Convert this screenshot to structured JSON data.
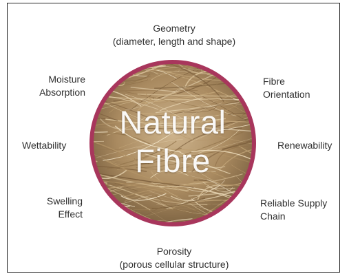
{
  "hub": {
    "line1": "Natural",
    "line2": "Fibre"
  },
  "properties": {
    "geometry": {
      "line1": "Geometry",
      "line2": "(diameter, length and shape)"
    },
    "orientation": {
      "line1": "Fibre",
      "line2": "Orientation"
    },
    "renewability": {
      "line1": "Renewability"
    },
    "supply": {
      "line1": "Reliable Supply",
      "line2": "Chain"
    },
    "porosity": {
      "line1": "Porosity",
      "line2": "(porous cellular structure)"
    },
    "swelling": {
      "line1": "Swelling",
      "line2": "Effect"
    },
    "wettability": {
      "line1": "Wettability"
    },
    "moisture": {
      "line1": "Moisture",
      "line2": "Absorption"
    }
  },
  "colors": {
    "ring": "#a8365c",
    "fibre_base": "#b89a70",
    "text": "#2f2f2f"
  }
}
